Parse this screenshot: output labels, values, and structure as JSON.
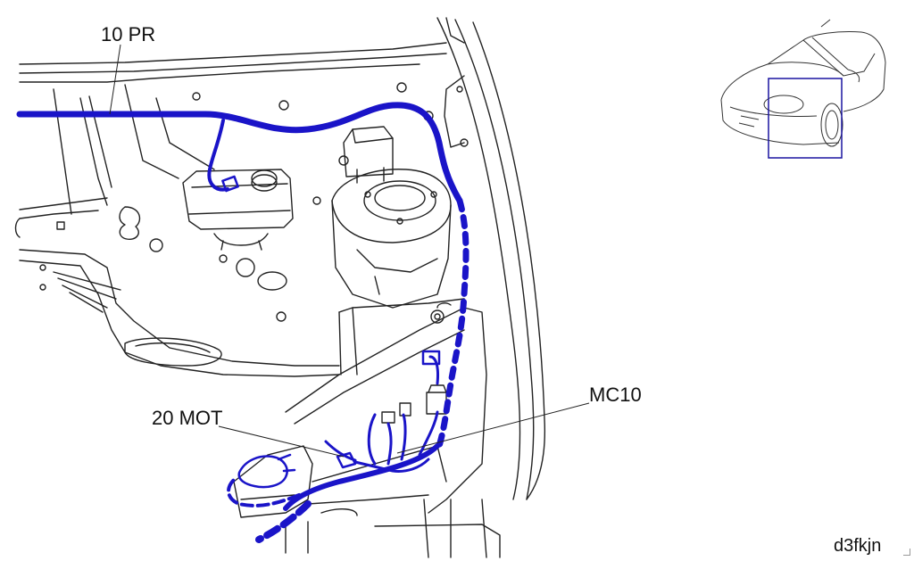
{
  "labels": {
    "harness_10pr": "10 PR",
    "harness_20mot": "20 MOT",
    "connector_mc10": "MC10"
  },
  "image_code": "d3fkjn",
  "colors": {
    "harness": "#1a14c8",
    "line_art": "#111111",
    "locator_box": "#1a14a0"
  }
}
